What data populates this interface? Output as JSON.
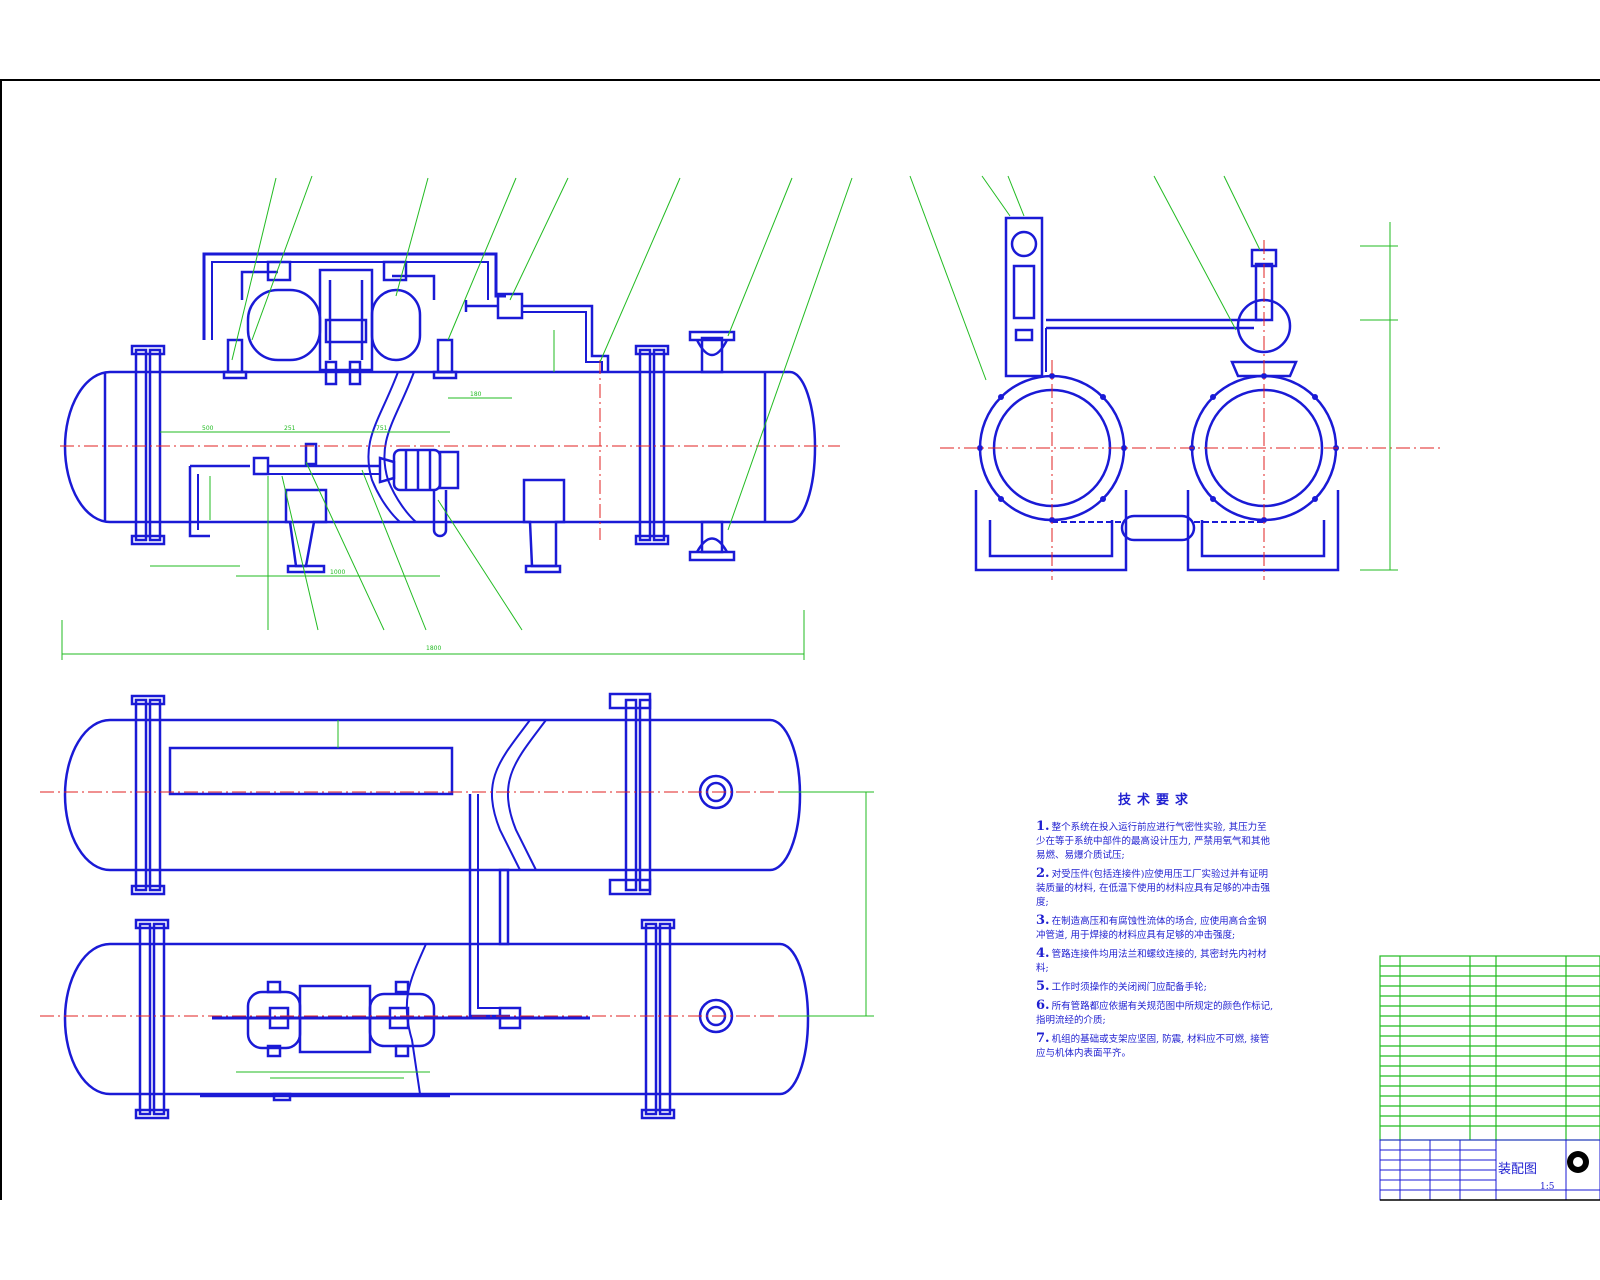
{
  "drawing": {
    "colors": {
      "part": "#1a1ad6",
      "dim": "#22bb22",
      "center": "#e02020",
      "frame": "#000000"
    },
    "tech_requirements": {
      "title": "技术要求",
      "items": [
        {
          "n": "1.",
          "text": "整个系统在投入运行前应进行气密性实验, 其压力至少在等于系统中部件的最高设计压力, 严禁用氧气和其他易燃、易爆介质试压;"
        },
        {
          "n": "2.",
          "text": "对受压件(包括连接件)应使用压工厂实验过并有证明装质量的材料, 在低温下使用的材料应具有足够的冲击强度;"
        },
        {
          "n": "3.",
          "text": "在制造高压和有腐蚀性流体的场合, 应使用高合金钢冲管道, 用于焊接的材料应具有足够的冲击强度;"
        },
        {
          "n": "4.",
          "text": "管路连接件均用法兰和螺纹连接的, 其密封先内衬材料;"
        },
        {
          "n": "5.",
          "text": "工作时须操作的关闭阀门应配备手轮;"
        },
        {
          "n": "6.",
          "text": "所有管路都应依据有关规范图中所规定的颜色作标记, 指明流经的介质;"
        },
        {
          "n": "7.",
          "text": "机组的基础或支架应坚固, 防震, 材料应不可燃, 接管应与机体内表面平齐。"
        }
      ]
    },
    "title_block": {
      "drawing_name": "装配图",
      "scale_label": "1:5"
    }
  }
}
